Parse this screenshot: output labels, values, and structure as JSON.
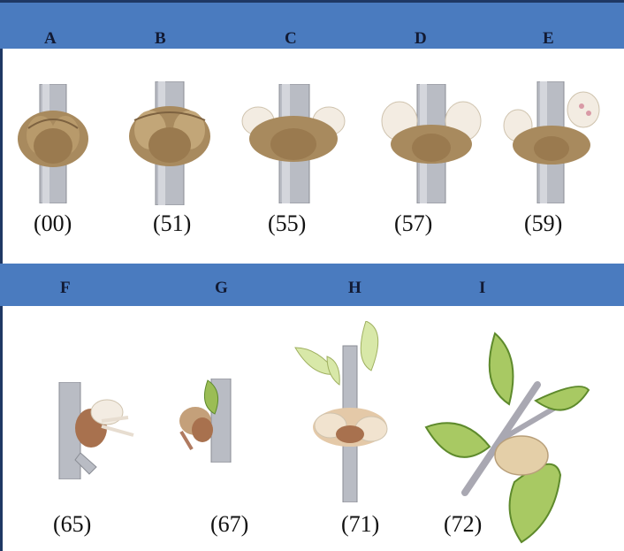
{
  "top_row": {
    "letters": [
      "A",
      "B",
      "C",
      "D",
      "E"
    ],
    "codes": [
      "(00)",
      "(51)",
      "(55)",
      "(57)",
      "(59)"
    ]
  },
  "bottom_row": {
    "letters": [
      "F",
      "G",
      "H",
      "I"
    ],
    "codes": [
      "(65)",
      "(67)",
      "(71)",
      "(72)"
    ]
  },
  "colors": {
    "band": "#4a7bbf",
    "border": "#1f3864",
    "stem": "#b9bcc4",
    "bud": "#a88a5e",
    "petal": "#f3ece2",
    "leaf": "#a8c963",
    "leaf_dark": "#5e8a2c",
    "fruit": "#e4cfa8"
  }
}
